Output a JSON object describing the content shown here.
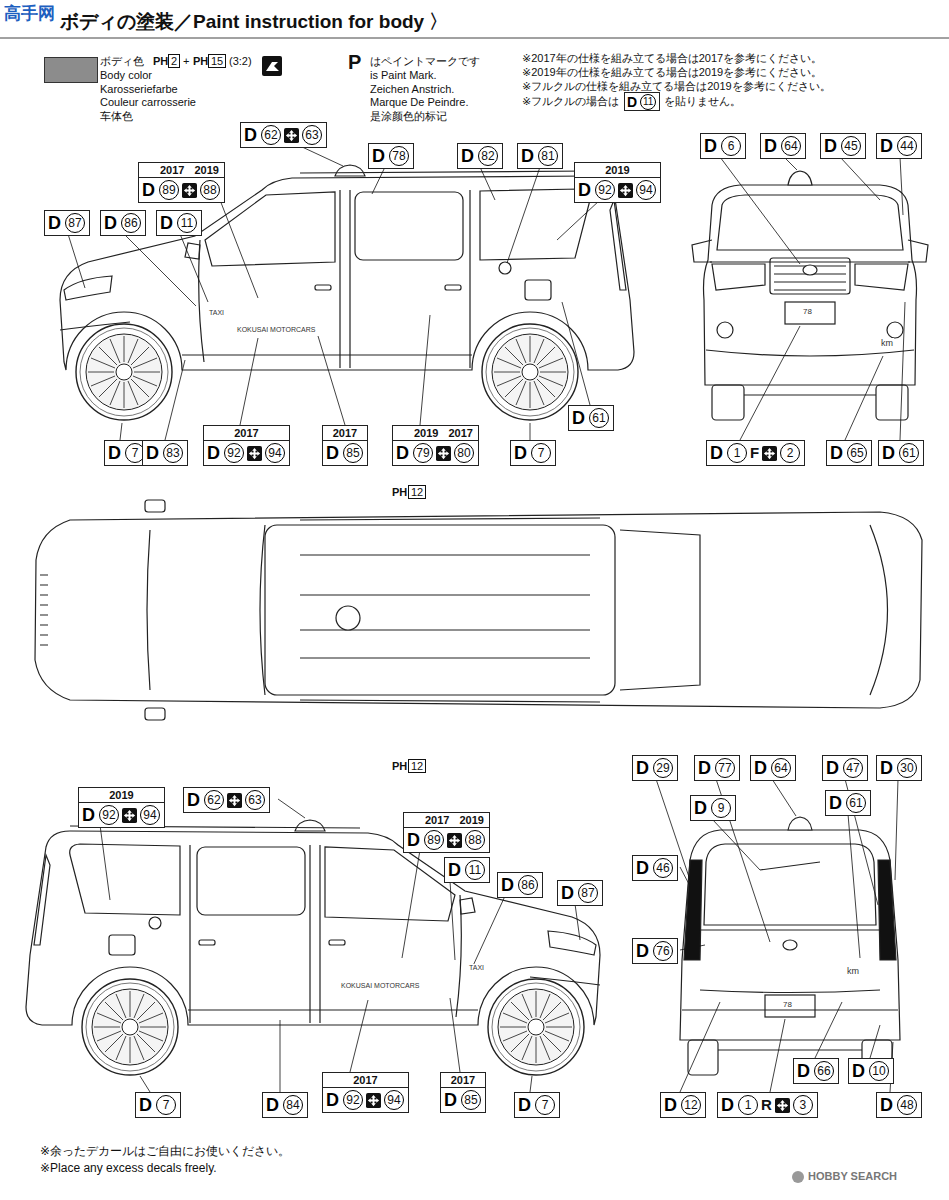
{
  "diagram": {
    "title": "ボディの塗装／Paint instruction for body 〉",
    "nodes": [
      {
        "text": [
          "D",
          "11"
        ]
      },
      {
        "text": [
          "D",
          "62",
          "63"
        ]
      },
      {
        "text": [
          "2017",
          "2019",
          "D",
          "89",
          "88"
        ]
      },
      {
        "text": [
          "D",
          "78"
        ]
      },
      {
        "text": [
          "D",
          "82"
        ]
      },
      {
        "text": [
          "D",
          "81"
        ]
      },
      {
        "text": [
          "2019",
          "D",
          "92",
          "94"
        ]
      },
      {
        "text": [
          "D",
          "87"
        ]
      },
      {
        "text": [
          "D",
          "86"
        ]
      },
      {
        "text": [
          "D",
          "11"
        ]
      },
      {
        "text": [
          "D",
          "7"
        ]
      },
      {
        "text": [
          "D",
          "83"
        ]
      },
      {
        "text": [
          "2017",
          "D",
          "92",
          "94"
        ]
      },
      {
        "text": [
          "2017",
          "D",
          "85"
        ]
      },
      {
        "text": [
          "2019",
          "2017",
          "D",
          "79",
          "80"
        ]
      },
      {
        "text": [
          "D",
          "7"
        ]
      },
      {
        "text": [
          "D",
          "61"
        ]
      },
      {
        "text": [
          "D",
          "6"
        ]
      },
      {
        "text": [
          "D",
          "64"
        ]
      },
      {
        "text": [
          "D",
          "45"
        ]
      },
      {
        "text": [
          "D",
          "44"
        ]
      },
      {
        "text": [
          "D",
          "1",
          "F",
          "2"
        ]
      },
      {
        "text": [
          "D",
          "65"
        ]
      },
      {
        "text": [
          "D",
          "61"
        ]
      },
      {
        "text": [
          "2019",
          "D",
          "92",
          "94"
        ]
      },
      {
        "text": [
          "D",
          "62",
          "63"
        ]
      },
      {
        "text": [
          "2017",
          "2019",
          "D",
          "89",
          "88"
        ]
      },
      {
        "text": [
          "D",
          "11"
        ]
      },
      {
        "text": [
          "D",
          "86"
        ]
      },
      {
        "text": [
          "D",
          "87"
        ]
      },
      {
        "text": [
          "D",
          "7"
        ]
      },
      {
        "text": [
          "D",
          "84"
        ]
      },
      {
        "text": [
          "2017",
          "D",
          "92",
          "94"
        ]
      },
      {
        "text": [
          "2017",
          "D",
          "85"
        ]
      },
      {
        "text": [
          "D",
          "7"
        ]
      },
      {
        "text": [
          "D",
          "29"
        ]
      },
      {
        "text": [
          "D",
          "77"
        ]
      },
      {
        "text": [
          "D",
          "64"
        ]
      },
      {
        "text": [
          "D",
          "47"
        ]
      },
      {
        "text": [
          "D",
          "30"
        ]
      },
      {
        "text": [
          "D",
          "9"
        ]
      },
      {
        "text": [
          "D",
          "61"
        ]
      },
      {
        "text": [
          "D",
          "46"
        ]
      },
      {
        "text": [
          "D",
          "76"
        ]
      },
      {
        "text": [
          "D",
          "66"
        ]
      },
      {
        "text": [
          "D",
          "10"
        ]
      },
      {
        "text": [
          "D",
          "12"
        ]
      },
      {
        "text": [
          "D",
          "1",
          "R",
          "3"
        ]
      },
      {
        "text": [
          "D",
          "48"
        ]
      }
    ],
    "labels": [
      "高手网",
      "Body color",
      "Karosseriefarbe",
      "Couleur carrosserie",
      "车体色",
      "PH",
      "2",
      "+",
      "PH",
      "15",
      "(3:2)",
      "P",
      "はペイントマークです",
      "is Paint Mark.",
      "Zeichen Anstrich.",
      "Marque De Peindre.",
      "是涂颜色的标记",
      "※2017年の仕様を組み立てる場合は2017を参考にください。",
      "※2019年の仕様を組み立てる場合は2019を参考にください。",
      "※フルクルの仕様を組み立てる場合は2019を参考にください。",
      "※フルクルの場合は",
      "を貼りません。",
      "KOKUSAI MOTORCARS",
      "TAXI",
      "PH",
      "12",
      "PH",
      "12",
      "km",
      "78",
      "KOKUSAI MOTORCARS",
      "TAXI",
      "km",
      "78",
      "※余ったデカールはご自由にお使いください。",
      "※Place any excess decals freely.",
      "HOBBY SEARCH"
    ],
    "legend": [
      {
        "text": "ボディ色",
        "color": "#8c8c8c"
      }
    ]
  }
}
